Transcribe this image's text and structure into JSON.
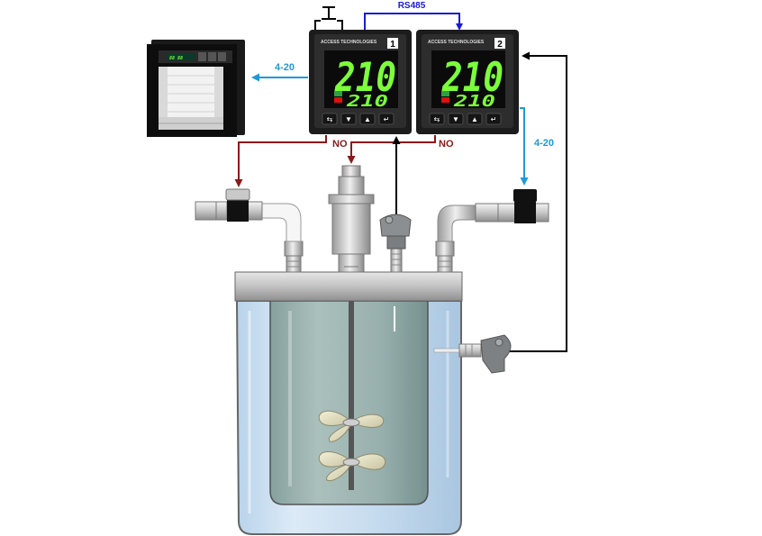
{
  "labels": {
    "rs485": "RS485",
    "signal_left": "4-20",
    "signal_right": "4-20",
    "relay_left": "NO",
    "relay_right": "NO"
  },
  "controllers": [
    {
      "brand": "ACCESS TECHNOLOGIES",
      "unit_number": "1",
      "pv": "210",
      "sv": "210",
      "buttons": [
        "⇆",
        "▼",
        "▲",
        "↵"
      ]
    },
    {
      "brand": "ACCESS TECHNOLOGIES",
      "unit_number": "2",
      "pv": "210",
      "sv": "210",
      "buttons": [
        "⇆",
        "▼",
        "▲",
        "↵"
      ]
    }
  ],
  "colors": {
    "rs485_line": "#1a1ad6",
    "signal_line": "#1e9ad6",
    "relay_line": "#8b1a1a",
    "sensor_line": "#000000",
    "display_digits": "#7cff3a",
    "controller_body": "#2b2b2b",
    "tank_glass": "#cfe2f3",
    "liquid": "#8aa5a0"
  },
  "icons": {
    "recorder": "chart-recorder-icon",
    "push_switch": "push-button-switch-icon",
    "valve": "solenoid-valve-icon",
    "sensor": "thermocouple-head-icon",
    "agitator": "propeller-agitator-icon"
  }
}
